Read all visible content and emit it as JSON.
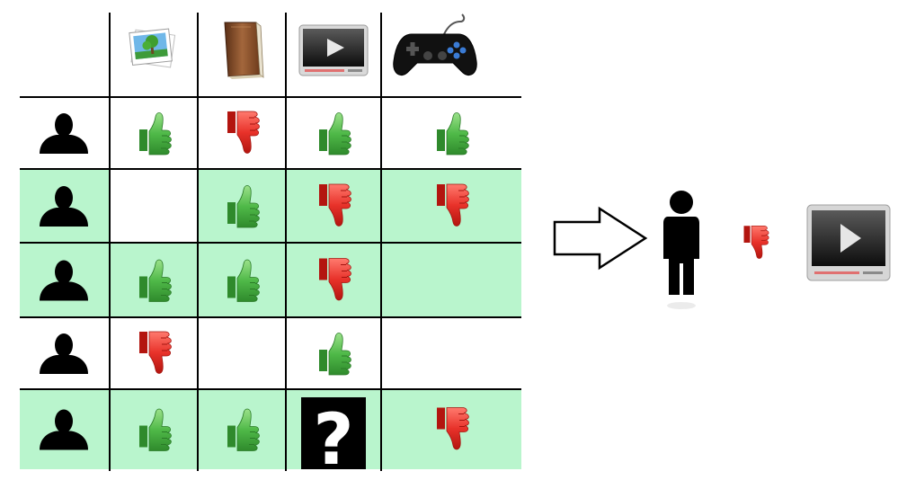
{
  "matrix": {
    "item_icons": [
      "photo-icon",
      "book-icon",
      "video-player-icon",
      "gamepad-icon"
    ],
    "user_icon": "user-silhouette-icon",
    "highlighted_rows": [
      false,
      true,
      true,
      false,
      true
    ],
    "ratings": [
      [
        "up",
        "down",
        "up",
        "up"
      ],
      [
        "",
        "up",
        "down",
        "down"
      ],
      [
        "up",
        "up",
        "down",
        ""
      ],
      [
        "down",
        "",
        "up",
        ""
      ],
      [
        "up",
        "up",
        "?",
        "down"
      ]
    ]
  },
  "unknown_mark": "?",
  "prediction": {
    "arrow_icon": "outline-right-arrow-icon",
    "user_icon": "standing-person-icon",
    "rating": "down",
    "item_icon": "video-player-icon"
  },
  "colors": {
    "row_highlight": "#b9f5cd",
    "thumb_up": "#4fb948",
    "thumb_down": "#e8322a",
    "grid_line": "#000000"
  }
}
